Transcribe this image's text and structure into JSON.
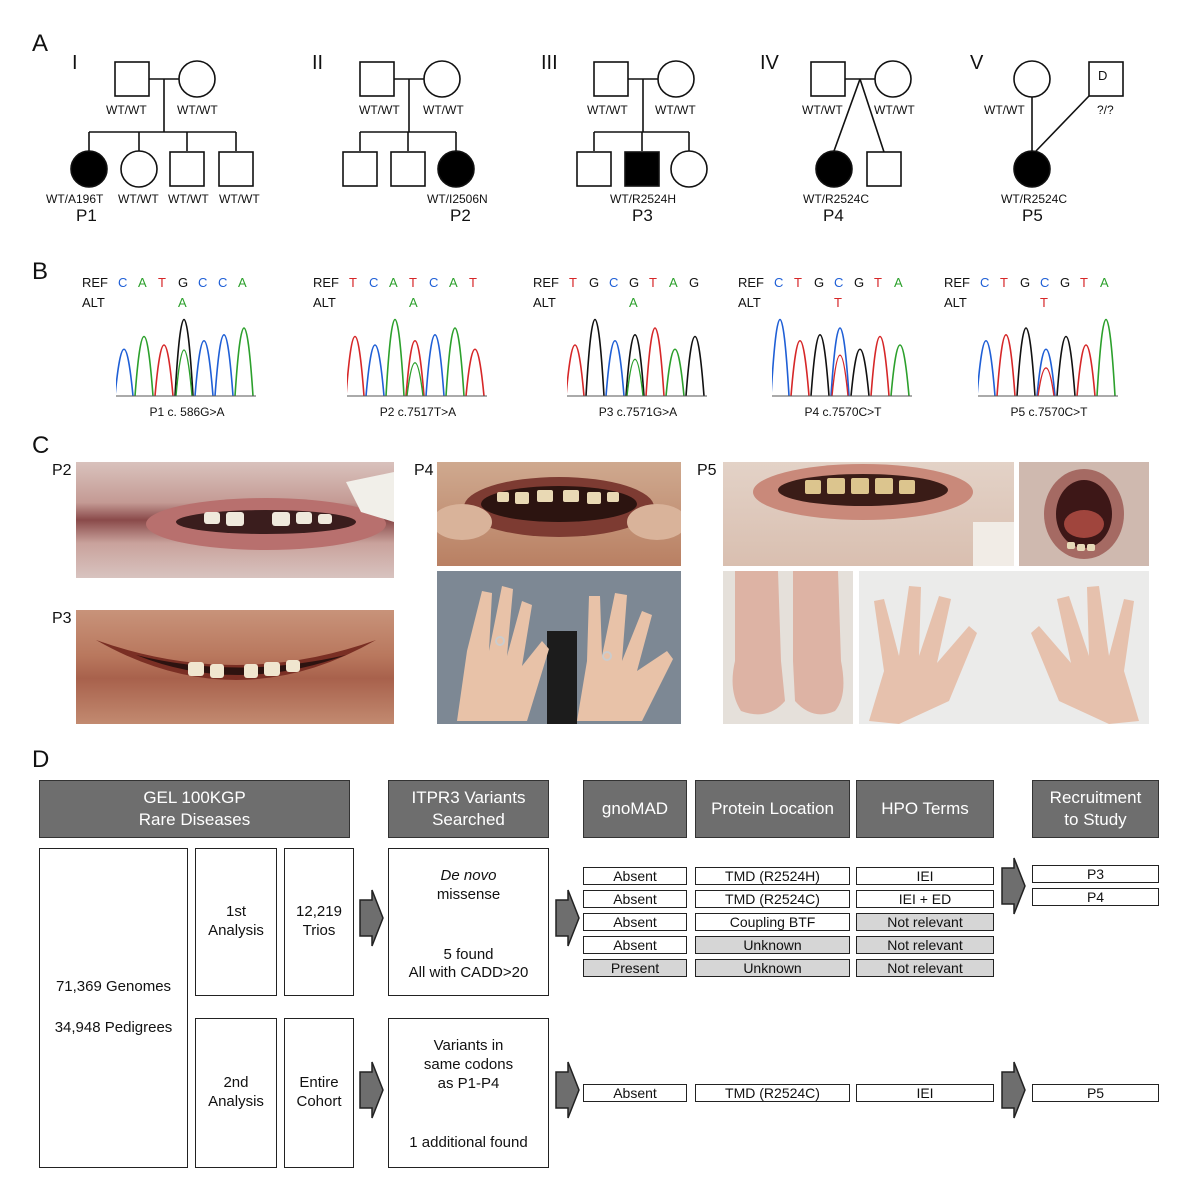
{
  "panels": {
    "a": "A",
    "b": "B",
    "c": "C",
    "d": "D"
  },
  "pedigrees": [
    {
      "roman": "I",
      "parents": [
        "WT/WT",
        "WT/WT"
      ],
      "children": [
        "WT/A196T",
        "WT/WT",
        "WT/WT",
        "WT/WT"
      ],
      "pid": "P1"
    },
    {
      "roman": "II",
      "parents": [
        "WT/WT",
        "WT/WT"
      ],
      "children": [
        "WT/I2506N"
      ],
      "pid": "P2"
    },
    {
      "roman": "III",
      "parents": [
        "WT/WT",
        "WT/WT"
      ],
      "children": [
        "WT/R2524H"
      ],
      "pid": "P3"
    },
    {
      "roman": "IV",
      "parents": [
        "WT/WT",
        "WT/WT"
      ],
      "children": [
        "WT/R2524C"
      ],
      "pid": "P4"
    },
    {
      "roman": "V",
      "parents": [
        "WT/WT",
        "?/?"
      ],
      "donor": "D",
      "children": [
        "WT/R2524C"
      ],
      "pid": "P5"
    }
  ],
  "sequences": [
    {
      "ref": [
        "C",
        "A",
        "T",
        "G",
        "C",
        "C",
        "A"
      ],
      "alt_index": 3,
      "alt": "A",
      "label": "P1 c. 586G>A"
    },
    {
      "ref": [
        "T",
        "C",
        "A",
        "T",
        "C",
        "A",
        "T"
      ],
      "alt_index": 3,
      "alt": "A",
      "label": "P2 c.7517T>A"
    },
    {
      "ref": [
        "T",
        "G",
        "C",
        "G",
        "T",
        "A",
        "G"
      ],
      "alt_index": 3,
      "alt": "A",
      "label": "P3 c.7571G>A"
    },
    {
      "ref": [
        "C",
        "T",
        "G",
        "C",
        "G",
        "T",
        "A"
      ],
      "alt_index": 3,
      "alt": "T",
      "label": "P4 c.7570C>T"
    },
    {
      "ref": [
        "C",
        "T",
        "G",
        "C",
        "G",
        "T",
        "A"
      ],
      "alt_index": 3,
      "alt": "T",
      "label": "P5 c.7570C>T"
    }
  ],
  "seq_labels": {
    "ref": "REF",
    "alt": "ALT"
  },
  "base_colors": {
    "A": "#2ca02c",
    "C": "#1f5fd6",
    "G": "#111111",
    "T": "#d62728"
  },
  "photo_labels": {
    "p2": "P2",
    "p3": "P3",
    "p4": "P4",
    "p5": "P5"
  },
  "flow": {
    "headers": {
      "gel": "GEL 100KGP\nRare Diseases",
      "itpr3": "ITPR3 Variants\nSearched",
      "gnomad": "gnoMAD",
      "protein": "Protein Location",
      "hpo": "HPO Terms",
      "recruit": "Recruitment\nto Study"
    },
    "genomes": "71,369 Genomes",
    "pedigrees": "34,948 Pedigrees",
    "analysis1": "1st\nAnalysis",
    "trios": "12,219\nTrios",
    "denovo_italic": "De novo",
    "denovo_rest": "missense",
    "found1": "5 found\nAll with CADD>20",
    "analysis2": "2nd\nAnalysis",
    "cohort": "Entire\nCohort",
    "codons": "Variants in\nsame codons\nas P1-P4",
    "found2": "1 additional found",
    "rows1": [
      {
        "gnomad": "Absent",
        "protein": "TMD (R2524H)",
        "hpo": "IEI",
        "grey": [
          false,
          false,
          false
        ]
      },
      {
        "gnomad": "Absent",
        "protein": "TMD (R2524C)",
        "hpo": "IEI + ED",
        "grey": [
          false,
          false,
          false
        ]
      },
      {
        "gnomad": "Absent",
        "protein": "Coupling BTF",
        "hpo": "Not relevant",
        "grey": [
          false,
          false,
          true
        ]
      },
      {
        "gnomad": "Absent",
        "protein": "Unknown",
        "hpo": "Not relevant",
        "grey": [
          false,
          true,
          true
        ]
      },
      {
        "gnomad": "Present",
        "protein": "Unknown",
        "hpo": "Not relevant",
        "grey": [
          true,
          true,
          true
        ]
      }
    ],
    "recruit1": [
      "P3",
      "P4"
    ],
    "row2": {
      "gnomad": "Absent",
      "protein": "TMD (R2524C)",
      "hpo": "IEI"
    },
    "recruit2": "P5"
  }
}
